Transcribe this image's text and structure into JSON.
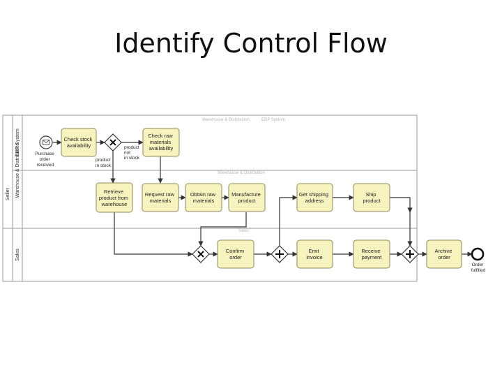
{
  "title": "Identify Control Flow",
  "pool": {
    "label": "Seller",
    "lanes": [
      "ERP System",
      "Warehouse & Distribution",
      "Sales"
    ],
    "faint_headers": [
      "Warehouse & Distribution",
      "ERP System",
      "Warehouse & Distribution",
      "Sales"
    ]
  },
  "tasks": [
    [
      "Check stock",
      "availability"
    ],
    [
      "Check raw",
      "materials",
      "availability"
    ],
    [
      "Retrieve",
      "product from",
      "warehouse"
    ],
    [
      "Request raw",
      "materials"
    ],
    [
      "Obtain raw",
      "materials"
    ],
    [
      "Manufacture",
      "product"
    ],
    [
      "Get shipping",
      "address"
    ],
    [
      "Ship",
      "product"
    ],
    [
      "Confirm",
      "order"
    ],
    [
      "Emit",
      "invoice"
    ],
    [
      "Receive",
      "payment"
    ],
    [
      "Archive",
      "order"
    ]
  ],
  "events": {
    "start": [
      "Purchase",
      "order",
      "received"
    ],
    "end": [
      "Order",
      "fulfilled"
    ]
  },
  "flow_labels": {
    "in_stock": [
      "product",
      "in stock"
    ],
    "not_in_stock": [
      "product",
      "not",
      "in stock"
    ]
  },
  "colors": {
    "task_fill": "#f7f3bf",
    "task_stroke": "#8c8a5e",
    "lane_border": "#9a9a9a",
    "flow": "#333333"
  }
}
